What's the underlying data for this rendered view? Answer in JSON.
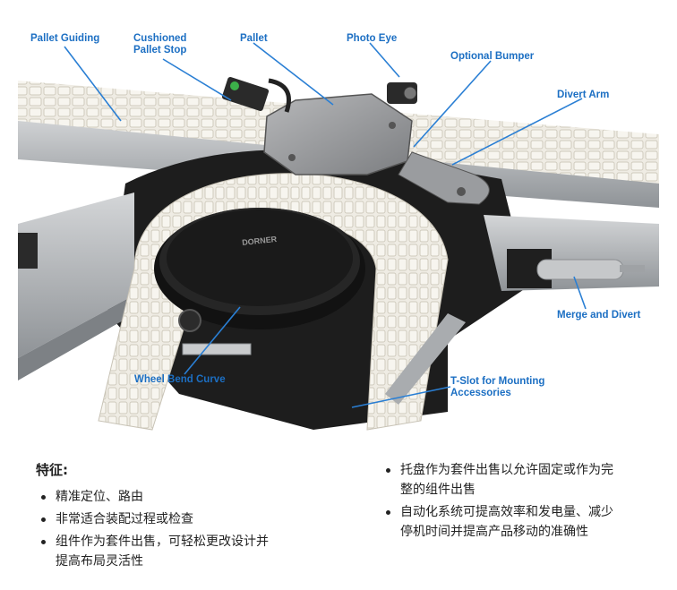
{
  "callouts": {
    "pallet_guiding": "Pallet Guiding",
    "cushioned_pallet_stop_line1": "Cushioned",
    "cushioned_pallet_stop_line2": "Pallet Stop",
    "pallet": "Pallet",
    "photo_eye": "Photo Eye",
    "optional_bumper": "Optional Bumper",
    "divert_arm": "Divert Arm",
    "merge_and_divert": "Merge and Divert",
    "wheel_bend_curve": "Wheel Bend Curve",
    "tslot_line1": "T-Slot for Mounting",
    "tslot_line2": "Accessories"
  },
  "wheel_brand": "DORNER",
  "features": {
    "heading": "特征:",
    "left": [
      {
        "text": "精准定位、路由"
      },
      {
        "text": "非常适合装配过程或检查"
      },
      {
        "line1": "组件作为套件出售，可轻松更改设计并",
        "line2": "提高布局灵活性"
      }
    ],
    "right": [
      {
        "line1": "托盘作为套件出售以允许固定或作为完",
        "line2": "整的组件出售"
      },
      {
        "line1": "自动化系统可提高效率和发电量、减少",
        "line2": "停机时间并提高产品移动的准确性"
      }
    ]
  },
  "colors": {
    "callout_text": "#1c6fc3",
    "leader_line": "#2a7fd4",
    "belt": "#ece9e1",
    "frame": "#b9bcbf",
    "base": "#1c1c1c"
  }
}
